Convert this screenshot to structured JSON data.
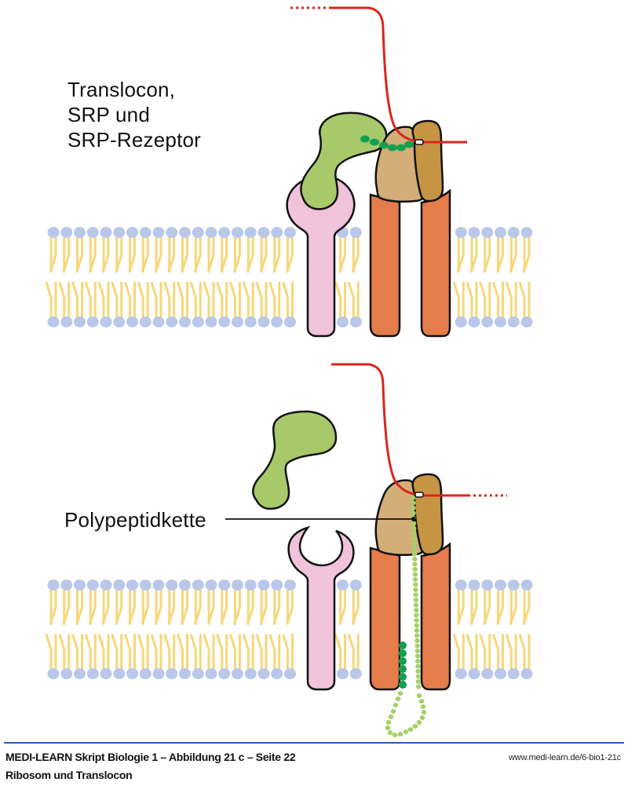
{
  "panel1": {
    "title_lines": [
      "Translocon,",
      "SRP und",
      "SRP-Rezeptor"
    ]
  },
  "panel2": {
    "label": "Polypeptidkette"
  },
  "footer": {
    "line1": "MEDI-LEARN Skript Biologie 1 – Abbildung 21 c – Seite 22",
    "line2": "Ribosom und Translocon",
    "url": "www.medi-learn.de/6-bio1-21c"
  },
  "colors": {
    "mrna": "#d9261c",
    "srp": "#a8c96a",
    "srp_receptor": "#f0c3da",
    "translocon": "#e57c4b",
    "ribosome_large": "#d3ae78",
    "ribosome_small": "#c69544",
    "signal_peptide": "#14a050",
    "polypeptide": "#a6d06a",
    "lipid_head": "#b9c8ea",
    "lipid_tail": "#f6d77a",
    "footer_rule": "#2a5db0"
  },
  "icons": {
    "membrane": "lipid-bilayer",
    "srp": "signal-recognition-particle",
    "receptor": "srp-receptor",
    "ribosome": "ribosome",
    "translocon": "translocon-channel",
    "mrna": "mrna-strand"
  }
}
